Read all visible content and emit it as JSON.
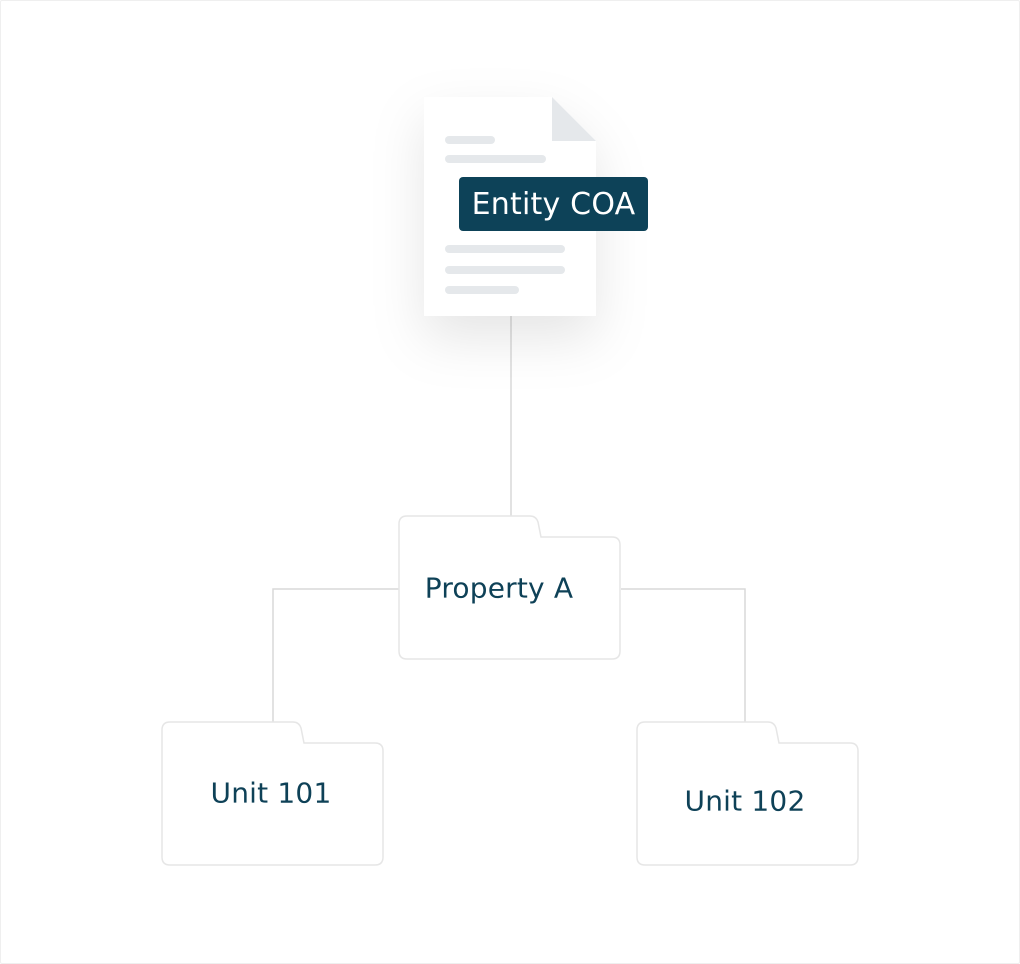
{
  "diagram": {
    "document": {
      "label": "Entity COA"
    },
    "nodes": [
      {
        "id": "property-a",
        "label": "Property A"
      },
      {
        "id": "unit-101",
        "label": "Unit 101"
      },
      {
        "id": "unit-102",
        "label": "Unit 102"
      }
    ],
    "colors": {
      "badge_bg": "#0d4258",
      "label_text": "#0e4157",
      "connector": "#d9d9d9",
      "folder_border": "#e6e6e6",
      "doc_lines": "#e5e8eb"
    },
    "icons": [
      "document-icon",
      "folder-icon"
    ]
  }
}
